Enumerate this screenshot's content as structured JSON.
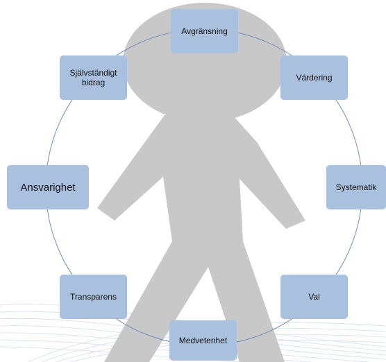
{
  "diagram": {
    "nodes": [
      {
        "id": "avgransning",
        "label": "Avgränsning"
      },
      {
        "id": "vardering",
        "label": "Värdering"
      },
      {
        "id": "systematik",
        "label": "Systematik"
      },
      {
        "id": "val",
        "label": "Val"
      },
      {
        "id": "medvetenhet",
        "label": "Medvetenhet"
      },
      {
        "id": "transparens",
        "label": "Transparens"
      },
      {
        "id": "ansvarighet",
        "label": "Ansvarighet"
      },
      {
        "id": "sjalvstandigt",
        "label": "Självständigt bidrag"
      }
    ],
    "colors": {
      "node_fill": "#a9c1de",
      "ring": "#6f8fb8",
      "figure": "#c8c8c8",
      "swoosh": "#cfd9e6"
    },
    "decor": {
      "figure": "person-silhouette",
      "background": "wave-lines"
    }
  }
}
